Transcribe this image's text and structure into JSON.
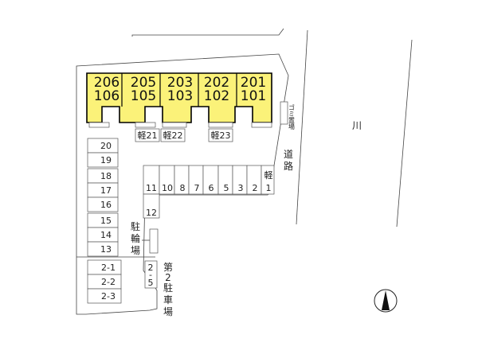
{
  "units": [
    {
      "upper": "206",
      "lower": "106"
    },
    {
      "upper": "205",
      "lower": "105"
    },
    {
      "upper": "203",
      "lower": "103"
    },
    {
      "upper": "202",
      "lower": "102"
    },
    {
      "upper": "201",
      "lower": "101"
    }
  ],
  "kei_slots": [
    "軽21",
    "軽22",
    "軽23"
  ],
  "parking_left": [
    "20",
    "19",
    "18",
    "17",
    "16",
    "15",
    "14",
    "13"
  ],
  "parking_row": [
    "11",
    "10",
    "8",
    "7",
    "6",
    "5",
    "3",
    "2"
  ],
  "kei_1": {
    "top": "軽",
    "bottom": "1"
  },
  "slot_12": "12",
  "bike_parking": [
    "駐",
    "輪",
    "場"
  ],
  "parking2_label": [
    "第",
    "2",
    "駐",
    "車",
    "場"
  ],
  "parking2_slots": [
    "2-1",
    "2-2",
    "2-3"
  ],
  "slot_2_5": [
    "2",
    "-",
    "5"
  ],
  "garbage": "ゴミ置場",
  "road": [
    "道",
    "路"
  ],
  "river": "川"
}
